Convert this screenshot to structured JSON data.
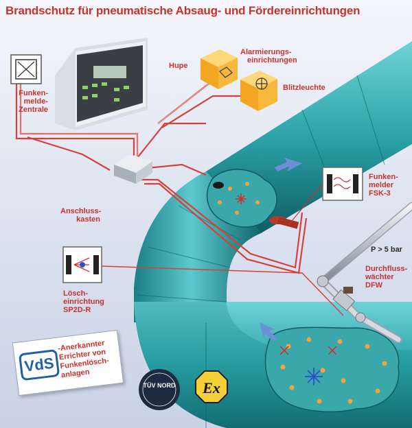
{
  "title": "Brandschutz für pneumatische Absaug- und Fördereinrichtungen",
  "labels": {
    "zentrale": [
      "Funken-",
      "melde-",
      "Zentrale"
    ],
    "hupe": "Hupe",
    "alarm": [
      "Alarmierungs-",
      "einrichtungen"
    ],
    "blitz": "Blitzleuchte",
    "anschluss": [
      "Anschluss-",
      "kasten"
    ],
    "melder": [
      "Funken-",
      "melder",
      "FSK-3"
    ],
    "pressure": "P > 5 bar",
    "durchfluss": [
      "Durchfluss-",
      "wächter",
      "DFW"
    ],
    "loesch": [
      "Lösch-",
      "einrichtung",
      "SP2D-R"
    ]
  },
  "vds": {
    "logo": "VdS",
    "lines": [
      "-Anerkannter",
      "Errichter von",
      "Funkenlösch-",
      "anlagen"
    ]
  },
  "icons": [
    "control-panel",
    "horn-icon",
    "strobe-icon",
    "junction-box",
    "spark-detector-icon",
    "extinguisher-icon",
    "tuv-nord-seal",
    "ex-icon"
  ],
  "seal_text": "TÜV NORD",
  "ex_text": "Ex",
  "colors": {
    "accent": "#c8322c",
    "pipe": "#2aa3a8",
    "box": "#f6b93b"
  }
}
